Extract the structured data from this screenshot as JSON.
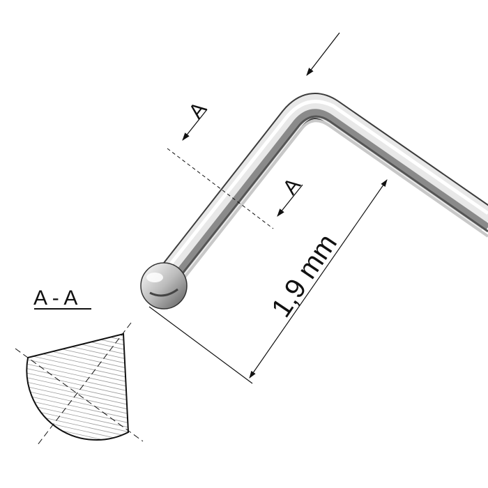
{
  "labels": {
    "section_marker_1": "A",
    "section_marker_2": "A",
    "section_title": "A - A",
    "dimension": "1,9 mm"
  },
  "colors": {
    "line": "#111111",
    "hatch": "#9a9a9a",
    "metal_dark": "#4a4a4a",
    "metal_light": "#f4f4f4"
  }
}
